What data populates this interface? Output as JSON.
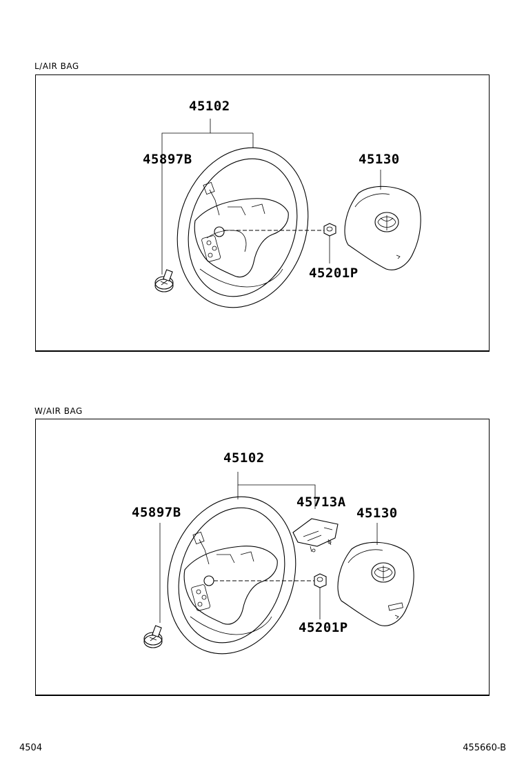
{
  "sections": [
    {
      "label": "L/AIR BAG",
      "parts": {
        "wheel_assembly": "45102",
        "screw": "45897B",
        "pad": "45130",
        "nut": "45201P"
      }
    },
    {
      "label": "W/AIR BAG",
      "parts": {
        "wheel_assembly": "45102",
        "screw": "45897B",
        "switch": "45713A",
        "pad": "45130",
        "nut": "45201P"
      }
    }
  ],
  "footer": {
    "left": "4504",
    "right": "455660-B"
  }
}
